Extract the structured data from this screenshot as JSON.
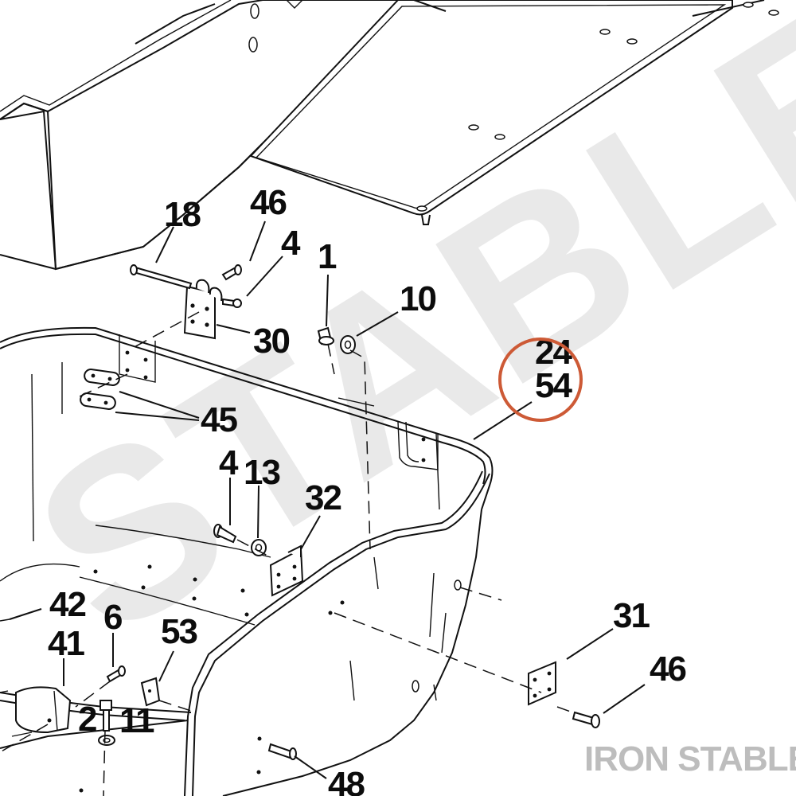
{
  "watermark": {
    "diagonal_text": "STABLE",
    "corner_text": "IRON STABLE"
  },
  "callouts": [
    {
      "label": "18"
    },
    {
      "label": "46"
    },
    {
      "label": "4"
    },
    {
      "label": "1"
    },
    {
      "label": "10"
    },
    {
      "label": "30"
    },
    {
      "label": "24"
    },
    {
      "label": "54"
    },
    {
      "label": "45"
    },
    {
      "label": "4"
    },
    {
      "label": "13"
    },
    {
      "label": "32"
    },
    {
      "label": "42"
    },
    {
      "label": "6"
    },
    {
      "label": "41"
    },
    {
      "label": "53"
    },
    {
      "label": "31"
    },
    {
      "label": "46"
    },
    {
      "label": "2"
    },
    {
      "label": "11"
    },
    {
      "label": "48"
    }
  ],
  "highlight": {
    "color": "#cd5a36",
    "marks": "24 / 54"
  },
  "colors": {
    "ink": "#111111",
    "watermark": "#e9e9e9",
    "corner_watermark": "#bdbdbd"
  }
}
